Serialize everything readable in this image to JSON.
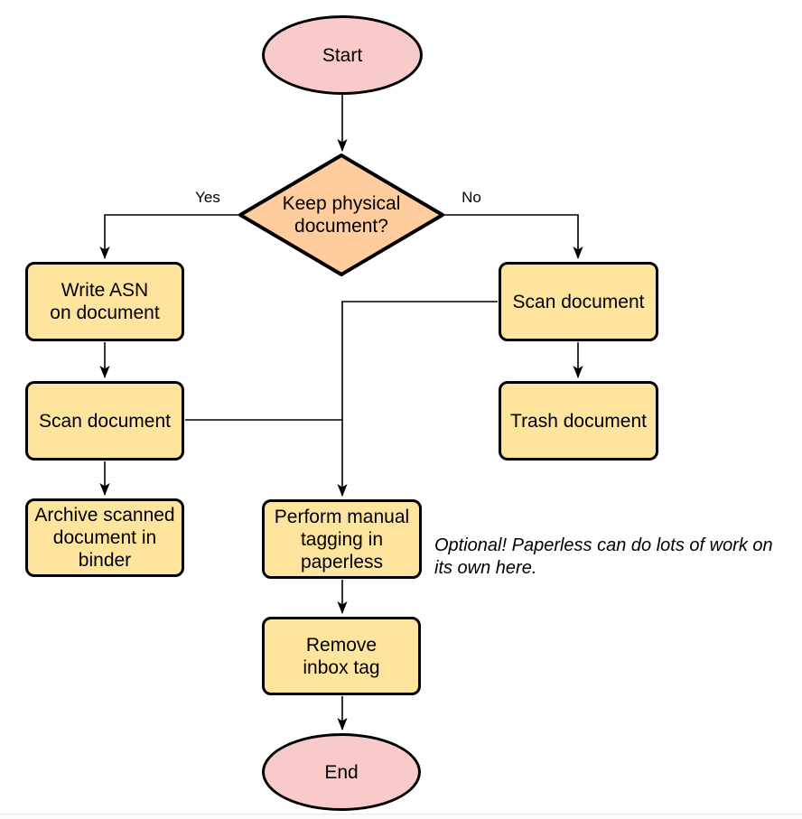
{
  "colors": {
    "background": "#ffffff",
    "terminator_fill": "#f8cbca",
    "process_fill": "#ffe49e",
    "decision_fill": "#ffcc9e",
    "stroke": "#000000"
  },
  "nodes": {
    "start": {
      "type": "terminator",
      "label": "Start"
    },
    "decision": {
      "type": "decision",
      "label": "Keep physical\ndocument?"
    },
    "write_asn": {
      "type": "process",
      "label": "Write ASN\non document"
    },
    "scan_left": {
      "type": "process",
      "label": "Scan document"
    },
    "archive": {
      "type": "process",
      "label": "Archive scanned\ndocument in\nbinder"
    },
    "scan_right": {
      "type": "process",
      "label": "Scan document"
    },
    "trash": {
      "type": "process",
      "label": "Trash document"
    },
    "tagging": {
      "type": "process",
      "label": "Perform manual\ntagging in\npaperless"
    },
    "remove_inbox": {
      "type": "process",
      "label": "Remove\ninbox tag"
    },
    "end": {
      "type": "terminator",
      "label": "End"
    }
  },
  "edge_labels": {
    "yes": "Yes",
    "no": "No"
  },
  "annotation": {
    "text": "Optional! Paperless can do lots of work on\nits own here."
  }
}
